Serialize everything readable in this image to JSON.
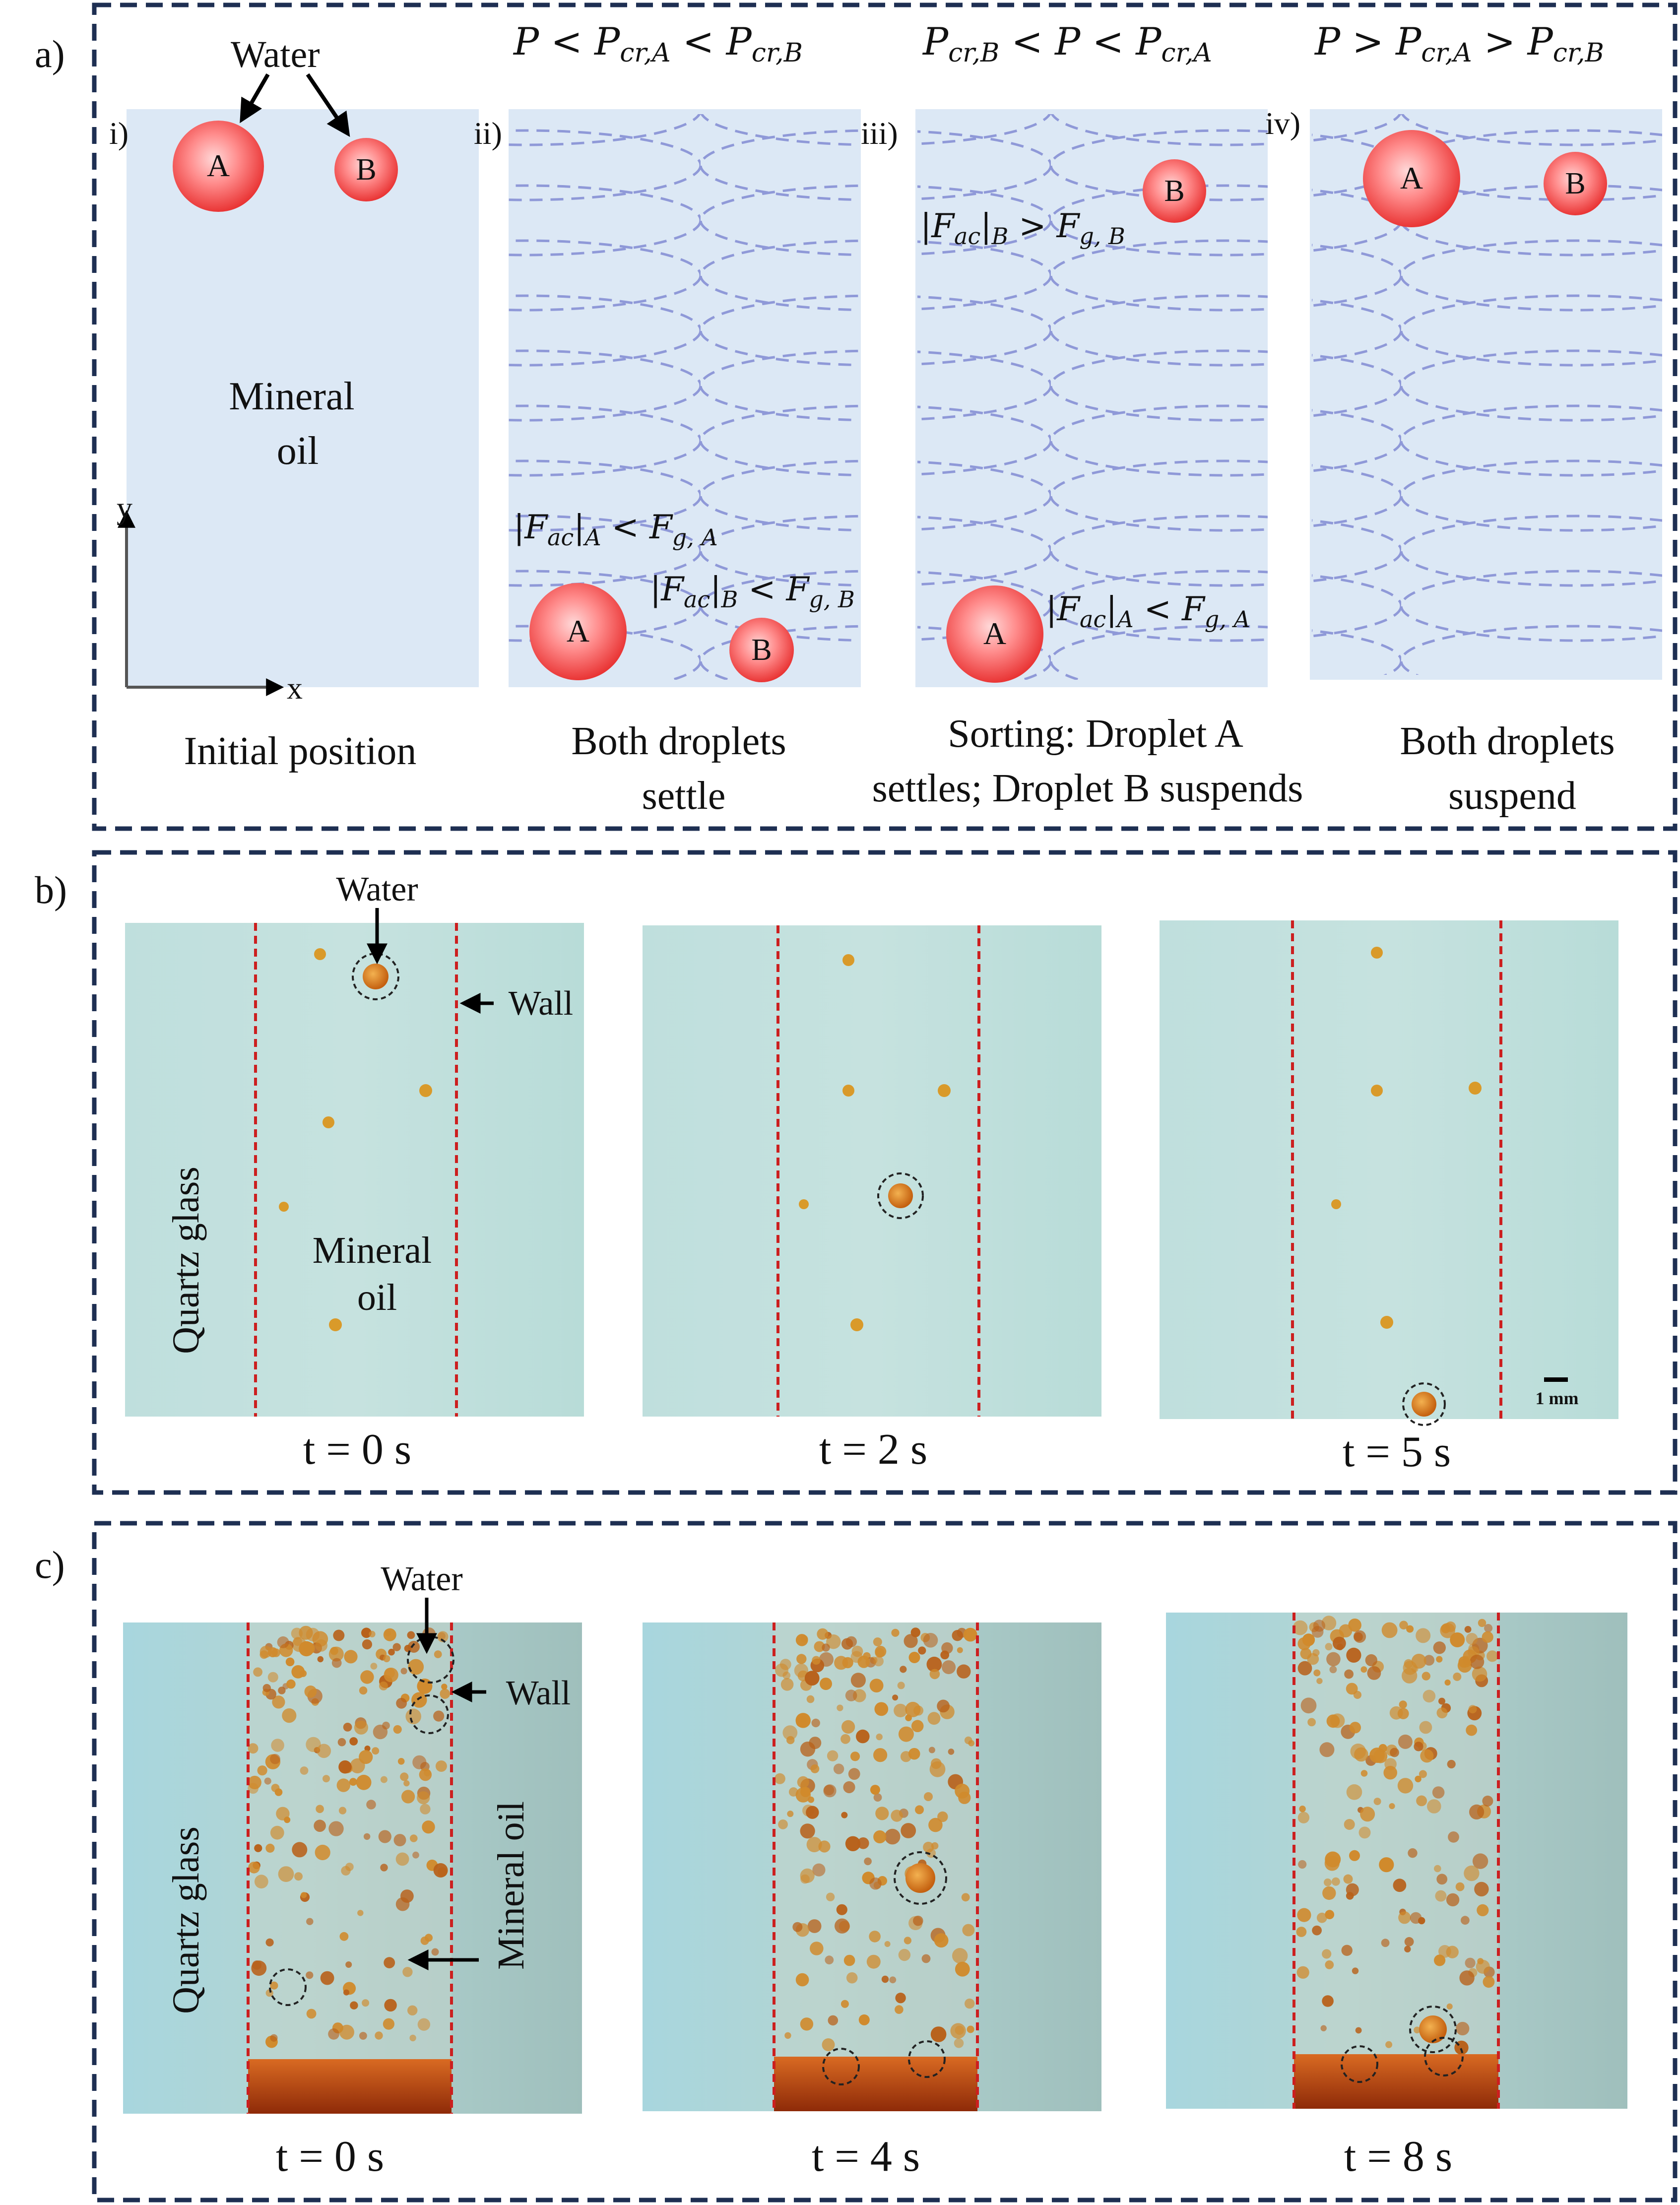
{
  "colors": {
    "panel_border": "#1e2f52",
    "oil_fill": "#dce8f5",
    "wave": "#8f99d8",
    "droplet_center": "#ffd2d2",
    "droplet_edge": "#ee3a3a",
    "photo_bg": "#bfdedb",
    "wall_line": "#cc1f1f",
    "water_drop": "#d4821c"
  },
  "panel_a": {
    "label": "a)",
    "conditions": {
      "ii": "P < Pcr,A < Pcr,B",
      "iii": "Pcr,B < P < Pcr,A",
      "iv": "P > Pcr,A > Pcr,B"
    },
    "subpanels": {
      "i": {
        "label": "i)",
        "water_label": "Water",
        "medium_line1": "Mineral",
        "medium_line2": "oil",
        "axis_y": "y",
        "axis_x": "x",
        "caption_line1": "Initial position",
        "droplet_a": "A",
        "droplet_b": "B"
      },
      "ii": {
        "label": "ii)",
        "droplet_a": "A",
        "droplet_b": "B",
        "force_a": "|Fac|A < Fg, A",
        "force_b": "|Fac|B < Fg, B",
        "caption_line1": "Both droplets",
        "caption_line2": "settle"
      },
      "iii": {
        "label": "iii)",
        "droplet_a": "A",
        "droplet_b": "B",
        "force_b": "|Fac|B > Fg, B",
        "force_a": "|Fac|A < Fg, A",
        "caption_line1": "Sorting: Droplet A",
        "caption_line2": "settles; Droplet B suspends"
      },
      "iv": {
        "label": "iv)",
        "droplet_a": "A",
        "droplet_b": "B",
        "caption_line1": "Both droplets",
        "caption_line2": "suspend"
      }
    }
  },
  "panel_b": {
    "label": "b)",
    "water_label": "Water",
    "wall_label": "Wall",
    "glass_label": "Quartz glass",
    "oil_line1": "Mineral",
    "oil_line2": "oil",
    "scale_label": "1 mm",
    "frames": [
      "t = 0 s",
      "t = 2 s",
      "t = 5 s"
    ]
  },
  "panel_c": {
    "label": "c)",
    "water_label": "Water",
    "wall_label": "Wall",
    "glass_label": "Quartz glass",
    "oil_label": "Mineral oil",
    "frames": [
      "t = 0 s",
      "t = 4 s",
      "t = 8 s"
    ]
  }
}
